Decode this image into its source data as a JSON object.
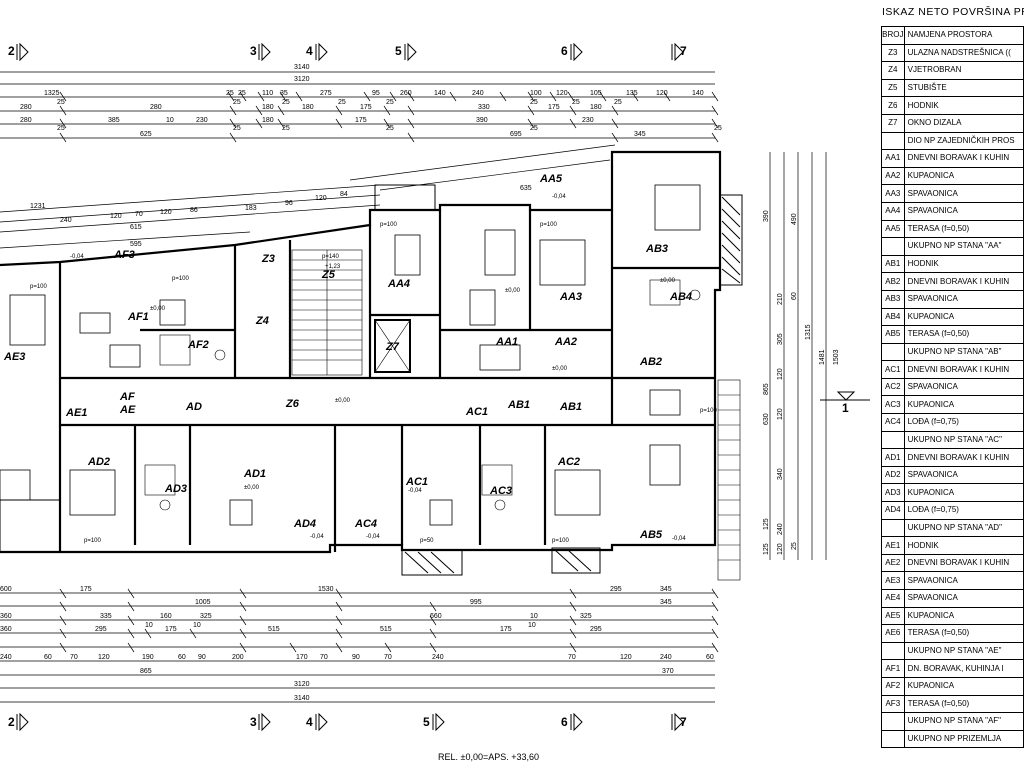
{
  "table": {
    "title": "ISKAZ NETO POVRŠINA PRIZ",
    "header": {
      "code": "BROJ",
      "name": "NAMJENA PROSTORA"
    },
    "rows": [
      {
        "code": "Z3",
        "name": "ULAZNA NADSTREŠNICA (("
      },
      {
        "code": "Z4",
        "name": "VJETROBRAN"
      },
      {
        "code": "Z5",
        "name": "STUBIŠTE"
      },
      {
        "code": "Z6",
        "name": "HODNIK"
      },
      {
        "code": "Z7",
        "name": "OKNO DIZALA"
      },
      {
        "code": "",
        "name": "DIO NP ZAJEDNIČKIH PROS"
      },
      {
        "code": "AA1",
        "name": "DNEVNI BORAVAK I KUHIN"
      },
      {
        "code": "AA2",
        "name": "KUPAONICA"
      },
      {
        "code": "AA3",
        "name": "SPAVAONICA"
      },
      {
        "code": "AA4",
        "name": "SPAVAONICA"
      },
      {
        "code": "AA5",
        "name": "TERASA (f=0,50)"
      },
      {
        "code": "",
        "name": "UKUPNO NP STANA \"AA\""
      },
      {
        "code": "AB1",
        "name": "HODNIK"
      },
      {
        "code": "AB2",
        "name": "DNEVNI BORAVAK I KUHIN"
      },
      {
        "code": "AB3",
        "name": "SPAVAONICA"
      },
      {
        "code": "AB4",
        "name": "KUPAONICA"
      },
      {
        "code": "AB5",
        "name": "TERASA (f=0,50)"
      },
      {
        "code": "",
        "name": "UKUPNO NP STANA \"AB\""
      },
      {
        "code": "AC1",
        "name": "DNEVNI BORAVAK I KUHIN"
      },
      {
        "code": "AC2",
        "name": "SPAVAONICA"
      },
      {
        "code": "AC3",
        "name": "KUPAONICA"
      },
      {
        "code": "AC4",
        "name": "LOĐA (f=0,75)"
      },
      {
        "code": "",
        "name": "UKUPNO NP STANA \"AC\""
      },
      {
        "code": "AD1",
        "name": "DNEVNI BORAVAK I KUHIN"
      },
      {
        "code": "AD2",
        "name": "SPAVAONICA"
      },
      {
        "code": "AD3",
        "name": "KUPAONICA"
      },
      {
        "code": "AD4",
        "name": "LOĐA (f=0,75)"
      },
      {
        "code": "",
        "name": "UKUPNO NP STANA \"AD\""
      },
      {
        "code": "AE1",
        "name": "HODNIK"
      },
      {
        "code": "AE2",
        "name": "DNEVNI BORAVAK I KUHIN"
      },
      {
        "code": "AE3",
        "name": "SPAVAONICA"
      },
      {
        "code": "AE4",
        "name": "SPAVAONICA"
      },
      {
        "code": "AE5",
        "name": "KUPAONICA"
      },
      {
        "code": "AE6",
        "name": "TERASA (f=0,50)"
      },
      {
        "code": "",
        "name": "UKUPNO NP STANA \"AE\""
      },
      {
        "code": "AF1",
        "name": "DN. BORAVAK, KUHINJA I"
      },
      {
        "code": "AF2",
        "name": "KUPAONICA"
      },
      {
        "code": "AF3",
        "name": "TERASA (f=0,50)"
      },
      {
        "code": "",
        "name": "UKUPNO NP STANA \"AF\""
      },
      {
        "code": "",
        "name": "UKUPNO NP PRIZEMLJA"
      }
    ]
  },
  "plan": {
    "footer": "REL. ±0,00=APS. +33,60",
    "axes": {
      "a2": "2",
      "a3": "3",
      "a4": "4",
      "a5": "5",
      "a6": "6",
      "a7": "7",
      "a1": "1"
    },
    "top_dims": {
      "total_outer": "3140",
      "total_inner": "3120",
      "row1": [
        "1325",
        "25",
        "25",
        "110",
        "35",
        "275",
        "95",
        "260",
        "140",
        "240",
        "100",
        "120",
        "105",
        "135",
        "120",
        "140"
      ],
      "row2": [
        "280",
        "25",
        "280",
        "25",
        "180",
        "25",
        "180",
        "25",
        "175",
        "25",
        "330",
        "25",
        "175",
        "25",
        "180",
        "25"
      ],
      "row3": [
        "280",
        "25",
        "385",
        "10",
        "230",
        "25",
        "180",
        "25",
        "175",
        "25",
        "390",
        "25",
        "230",
        "25"
      ],
      "row4": [
        "625",
        "695",
        "345"
      ],
      "left": [
        "1231",
        "240",
        "120",
        "70",
        "120",
        "86",
        "615",
        "595",
        "183",
        "96",
        "120",
        "84",
        "635"
      ]
    },
    "bottom_dims": {
      "row1": [
        "600",
        "175",
        "1005",
        "1530",
        "995",
        "295",
        "345"
      ],
      "row2": [
        "360",
        "335",
        "160",
        "325",
        "660",
        "10",
        "325",
        "345"
      ],
      "row3": [
        "360",
        "295",
        "10",
        "175",
        "10",
        "515",
        "515",
        "175",
        "10",
        "295"
      ],
      "row4": [
        "240",
        "60",
        "70",
        "120",
        "190",
        "60",
        "90",
        "200",
        "170",
        "70",
        "90",
        "70",
        "240",
        "70",
        "120",
        "240",
        "60"
      ],
      "row5": [
        "865",
        "3120",
        "3140",
        "370"
      ]
    },
    "right_dims": [
      "390",
      "490",
      "210",
      "60",
      "305",
      "120",
      "1315",
      "1481",
      "1503",
      "865",
      "120",
      "630",
      "340",
      "125",
      "240",
      "25",
      "125",
      "120"
    ],
    "levels": [
      "-0,04",
      "±0,00",
      "-0,04",
      "±0,00",
      "+1,23",
      "±0,00",
      "-0,04",
      "-0,04",
      "±0,00",
      "-0,04",
      "-0,04",
      "±0,00",
      "±0,00",
      "-0,04",
      "-0,04",
      "+0,00",
      "-0,04"
    ],
    "room_labels": {
      "AA1": "AA1",
      "AA2": "AA2",
      "AA3": "AA3",
      "AA4": "AA4",
      "AA5": "AA5",
      "AB1": "AB1",
      "AB2": "AB2",
      "AB3": "AB3",
      "AB4": "AB4",
      "AB5": "AB5",
      "AC1": "AC1",
      "AC2": "AC2",
      "AC3": "AC3",
      "AC4": "AC4",
      "AD1": "AD1",
      "AD2": "AD2",
      "AD3": "AD3",
      "AD4": "AD4",
      "AD": "AD",
      "AE": "AE",
      "AE1": "AE1",
      "AE3": "AE3",
      "AF": "AF",
      "AF1": "AF1",
      "AF2": "AF2",
      "AF3": "AF3",
      "Z3": "Z3",
      "Z4": "Z4",
      "Z5": "Z5",
      "Z6": "Z6",
      "Z7": "Z7"
    },
    "p_labels": [
      "p=100",
      "p=100",
      "p=100",
      "p=140",
      "p=100",
      "p=100",
      "p=100",
      "p=50",
      "p=100",
      "p=100",
      "p=100",
      "p=100"
    ]
  }
}
